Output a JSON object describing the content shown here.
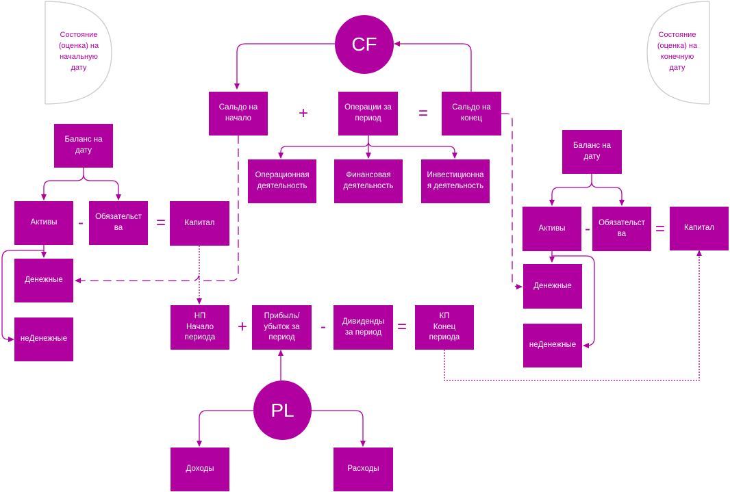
{
  "colors": {
    "accent": "#b0009f",
    "background": "#ffffff",
    "store_outline": "#cccccc"
  },
  "notes": {
    "start": "Состояние\n(оценка) на\nначальную\nдату",
    "end": "Состояние\n(оценка) на\nконечную\nдату"
  },
  "circles": {
    "cf": "CF",
    "pl": "PL"
  },
  "cf": {
    "opening": "Сальдо на\nначало",
    "operations": "Операции за\nпериод",
    "closing": "Сальдо на\nконец",
    "plus": "+",
    "equals": "=",
    "operating": "Операционная\nдеятельность",
    "financing": "Финансовая\nдеятельность",
    "investing": "Инвестиционна\nя деятельность"
  },
  "left_balance": {
    "title": "Баланс на\nдату",
    "assets": "Активы",
    "minus": "-",
    "liabilities": "Обязательст\nва",
    "equals": "=",
    "capital": "Капитал",
    "cash": "Денежные",
    "noncash": "неДенежные"
  },
  "right_balance": {
    "title": "Баланс на\nдату",
    "assets": "Активы",
    "minus": "-",
    "liabilities": "Обязательст\nва",
    "equals": "=",
    "capital": "Капитал",
    "cash": "Денежные",
    "noncash": "неДенежные"
  },
  "equity": {
    "opening": "НП\nНачало\nпериода",
    "plus": "+",
    "profit": "Прибыль/\nубыток за\nпериод",
    "minus": "-",
    "dividends": "Дивиденды\nза период",
    "equals": "=",
    "closing": "КП\nКонец\nпериода"
  },
  "pl": {
    "income": "Доходы",
    "expenses": "Расходы"
  }
}
